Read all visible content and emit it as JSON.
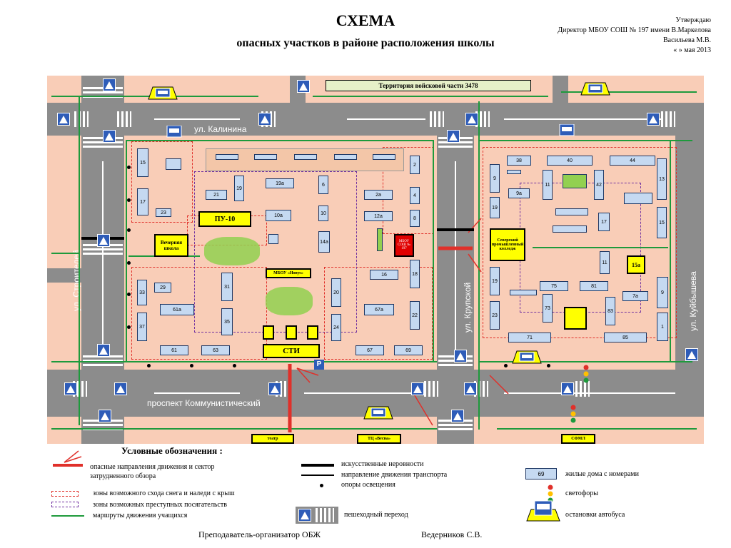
{
  "header": {
    "title": "СХЕМА",
    "subtitle": "опасных участков в районе расположения школы",
    "approve_lines": [
      "Утверждаю",
      "Директор МБОУ СОШ № 197 имени В.Маркелова",
      "Васильева М.В.",
      "«        »  мая 2013"
    ]
  },
  "streets": {
    "kalinina": "ул. Калинина",
    "stroiteley": "ул. Строителей",
    "krupskoy": "ул. Крупской",
    "kuybysheva": "ул. Куйбышева",
    "kommunistichesky": "проспект Коммунистический"
  },
  "labels": {
    "military": "Территория войсковой части 3478",
    "pu10": "ПУ-10",
    "evening_school": "Вечерняя школа",
    "mbou_novus": "МБОУ «Новус»",
    "school_197": "МБОУ СОШ № 197",
    "college": "Северский промышленный колледж",
    "sti": "СТИ",
    "theatre": "театр",
    "tc_vesna": "ТЦ «Весна»",
    "sfml": "СФМЛ",
    "parking": "P",
    "house_15a": "15а"
  },
  "houses": [
    "15",
    "17",
    "23",
    "21",
    "19",
    "19а",
    "6",
    "2a",
    "2",
    "4",
    "8",
    "10a",
    "10",
    "12a",
    "14a",
    "16",
    "18",
    "20",
    "22",
    "24",
    "67a",
    "67",
    "69",
    "29",
    "31",
    "33",
    "35",
    "37",
    "61a",
    "61",
    "63",
    "38",
    "40",
    "44",
    "9",
    "9a",
    "11",
    "42",
    "13",
    "19",
    "15",
    "17",
    "11",
    "75",
    "81",
    "7a",
    "9",
    "19",
    "23",
    "73",
    "83",
    "71",
    "85",
    "1"
  ],
  "legend": {
    "title": "Условные обозначения :",
    "items": {
      "danger": "опасные направления движения и сектор затрудненного обзора",
      "snow": "зоны возможного схода снега и наледи с крыш",
      "crime": "зоны возможных преступных посягательств",
      "routes": "маршруты движения учащихся",
      "bumps": "искусственные неровности",
      "traffic": "направление движения транспорта",
      "lights": "опоры  освещения",
      "crossing": "пешеходный переход",
      "houses": "жилые дома с номерами",
      "house_sample": "69",
      "traffic_lights": "светофоры",
      "bus_stops": "остановки автобуса"
    }
  },
  "footer": {
    "role": "Преподаватель-организатор ОБЖ",
    "name": "Ведерников С.В."
  },
  "colors": {
    "road": "#8c8c8c",
    "ground": "#f9cdb7",
    "house": "#c5d9f1",
    "route": "#1e9a3c",
    "danger": "#e0302a",
    "crime_zone": "#7030a0"
  }
}
